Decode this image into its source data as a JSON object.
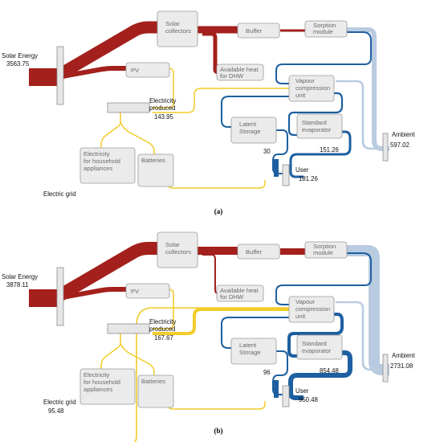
{
  "panels": [
    {
      "caption": "(a)",
      "labels": {
        "solar_collectors": [
          "Solar",
          "collectors"
        ],
        "buffer": "Buffer",
        "sorption": [
          "Sorption",
          "module"
        ],
        "pv": "PV",
        "available_heat": [
          "Available heat",
          "for DHW"
        ],
        "vapour": [
          "Vapour",
          "compression",
          "unit"
        ],
        "latent": [
          "Latent",
          "Storage"
        ],
        "evaporator": [
          "Standard",
          "evaporator"
        ],
        "household": [
          "Electricity",
          "for household",
          "appliances"
        ],
        "batteries": "Batteries"
      },
      "texts": {
        "solar_energy_label": "Solar Energy",
        "solar_energy_value": "3563.75",
        "electricity_produced_label": [
          "Electricity",
          "produced"
        ],
        "electricity_produced_value": "143.95",
        "ambient_label": "Ambient",
        "ambient_value": "597.02",
        "latent_value": "30",
        "evaporator_value": "151.26",
        "user_label": "User",
        "user_value": "181.26",
        "grid_label": "Electric grid",
        "grid_value": ""
      }
    },
    {
      "caption": "(b)",
      "labels": {
        "solar_collectors": [
          "Solar",
          "collectors"
        ],
        "buffer": "Buffer",
        "sorption": [
          "Sorption",
          "module"
        ],
        "pv": "PV",
        "available_heat": [
          "Available heat",
          "for DHW"
        ],
        "vapour": [
          "Vapour",
          "compression",
          "unit"
        ],
        "latent": [
          "Latent",
          "Storage"
        ],
        "evaporator": [
          "Standard",
          "evaporator"
        ],
        "household": [
          "Electricity",
          "for household",
          "appliances"
        ],
        "batteries": "Batteries"
      },
      "texts": {
        "solar_energy_label": "Solar Energy",
        "solar_energy_value": "3878.11",
        "electricity_produced_label": [
          "Electricity",
          "produced"
        ],
        "electricity_produced_value": "167.67",
        "ambient_label": "Ambient",
        "ambient_value": "2731.08",
        "latent_value": "96",
        "evaporator_value": "854.48",
        "user_label": "User",
        "user_value": "950.48",
        "grid_label": "Electric grid",
        "grid_value": "95.48"
      }
    }
  ],
  "colors": {
    "solar_heat": "#a3201c",
    "electricity": "#f2cc2a",
    "cold": "#1d5fa0",
    "ambient": "#b9cbe0"
  }
}
